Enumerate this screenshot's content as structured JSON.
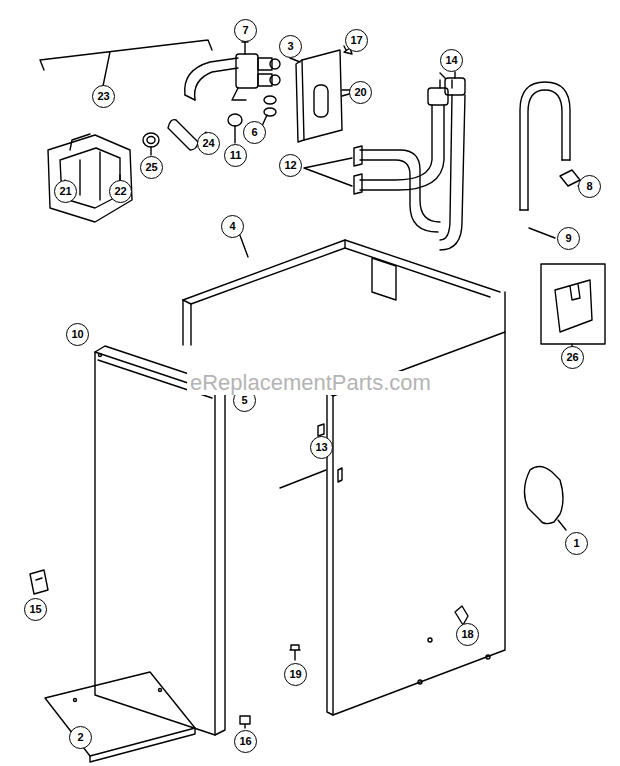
{
  "diagram": {
    "labels": [
      "23",
      "7",
      "3",
      "17",
      "14",
      "20",
      "6",
      "24",
      "11",
      "25",
      "12",
      "8",
      "21",
      "22",
      "4",
      "9",
      "26",
      "10",
      "5",
      "eReplacementParts.com",
      "13",
      "1",
      "15",
      "18",
      "19",
      "2",
      "16"
    ]
  }
}
